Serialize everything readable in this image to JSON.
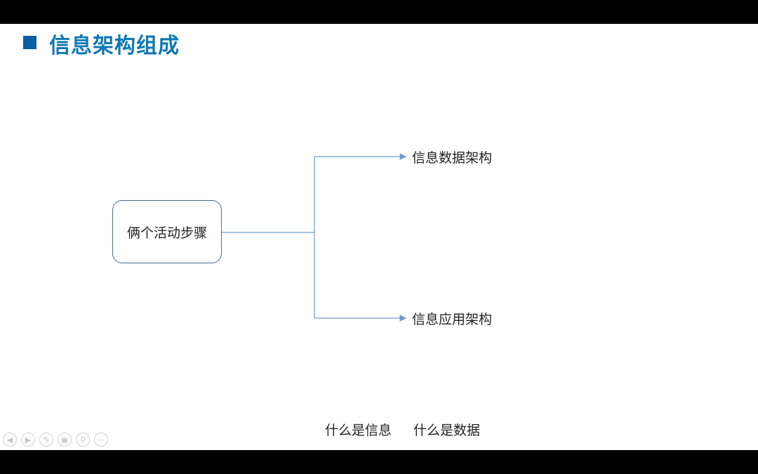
{
  "slide": {
    "title": "信息架构组成",
    "accent_color": "#0b5fa5",
    "title_color": "#0f78b5"
  },
  "diagram": {
    "root": "俩个活动步骤",
    "branches": [
      "信息数据架构",
      "信息应用架构"
    ],
    "connector_color": "#6a9ad0"
  },
  "captions": [
    "什么是信息",
    "什么是数据"
  ],
  "toolbar": {
    "icons": [
      "previous-icon",
      "next-icon",
      "pen-icon",
      "slides-icon",
      "zoom-icon",
      "more-icon"
    ]
  }
}
